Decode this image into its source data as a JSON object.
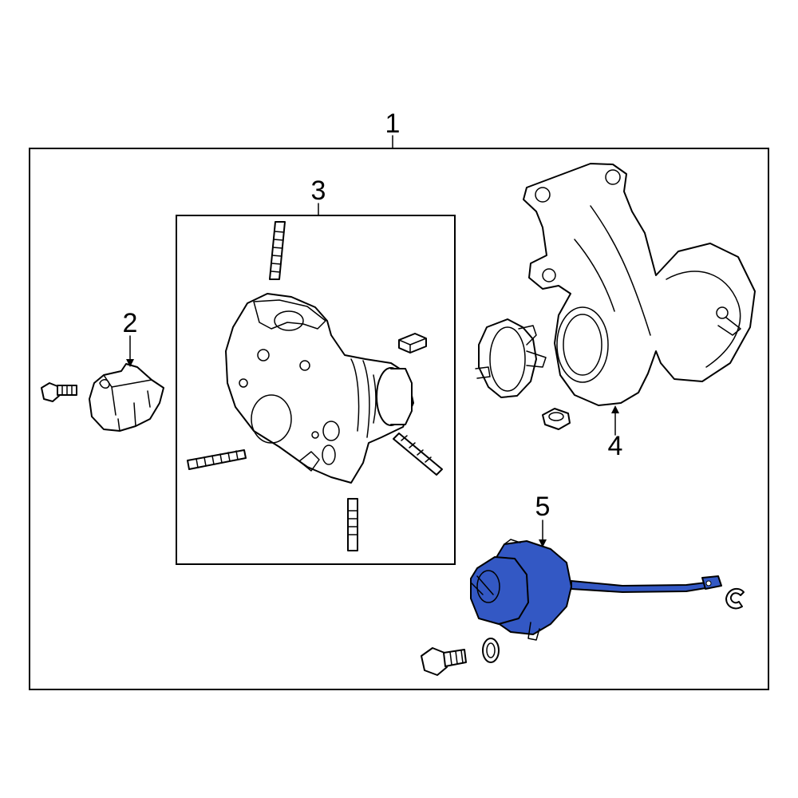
{
  "callouts": {
    "c1": "1",
    "c2": "2",
    "c3": "3",
    "c4": "4",
    "c5": "5"
  },
  "colors": {
    "highlight": "#3358c4",
    "outline": "#000000",
    "background": "#ffffff"
  },
  "highlighted_part": "5"
}
